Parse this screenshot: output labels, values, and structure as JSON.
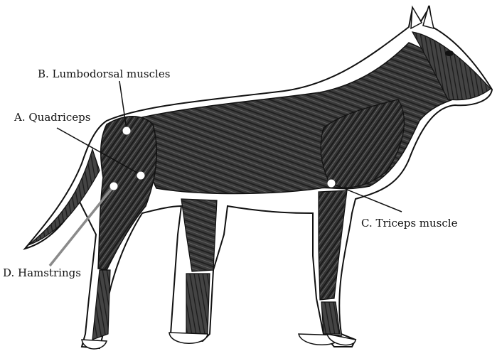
{
  "labels": {
    "a": "A. Quadriceps",
    "b": "B. Lumbodorsal muscles",
    "c": "C. Triceps muscle",
    "d": "D. Hamstrings"
  },
  "colors": {
    "background": "#ffffff",
    "muscle_dark": "#2b2b2b",
    "muscle_mid": "#4a4a4a",
    "outline": "#111111",
    "leader_line": "#111111",
    "marker": "#ffffff"
  }
}
